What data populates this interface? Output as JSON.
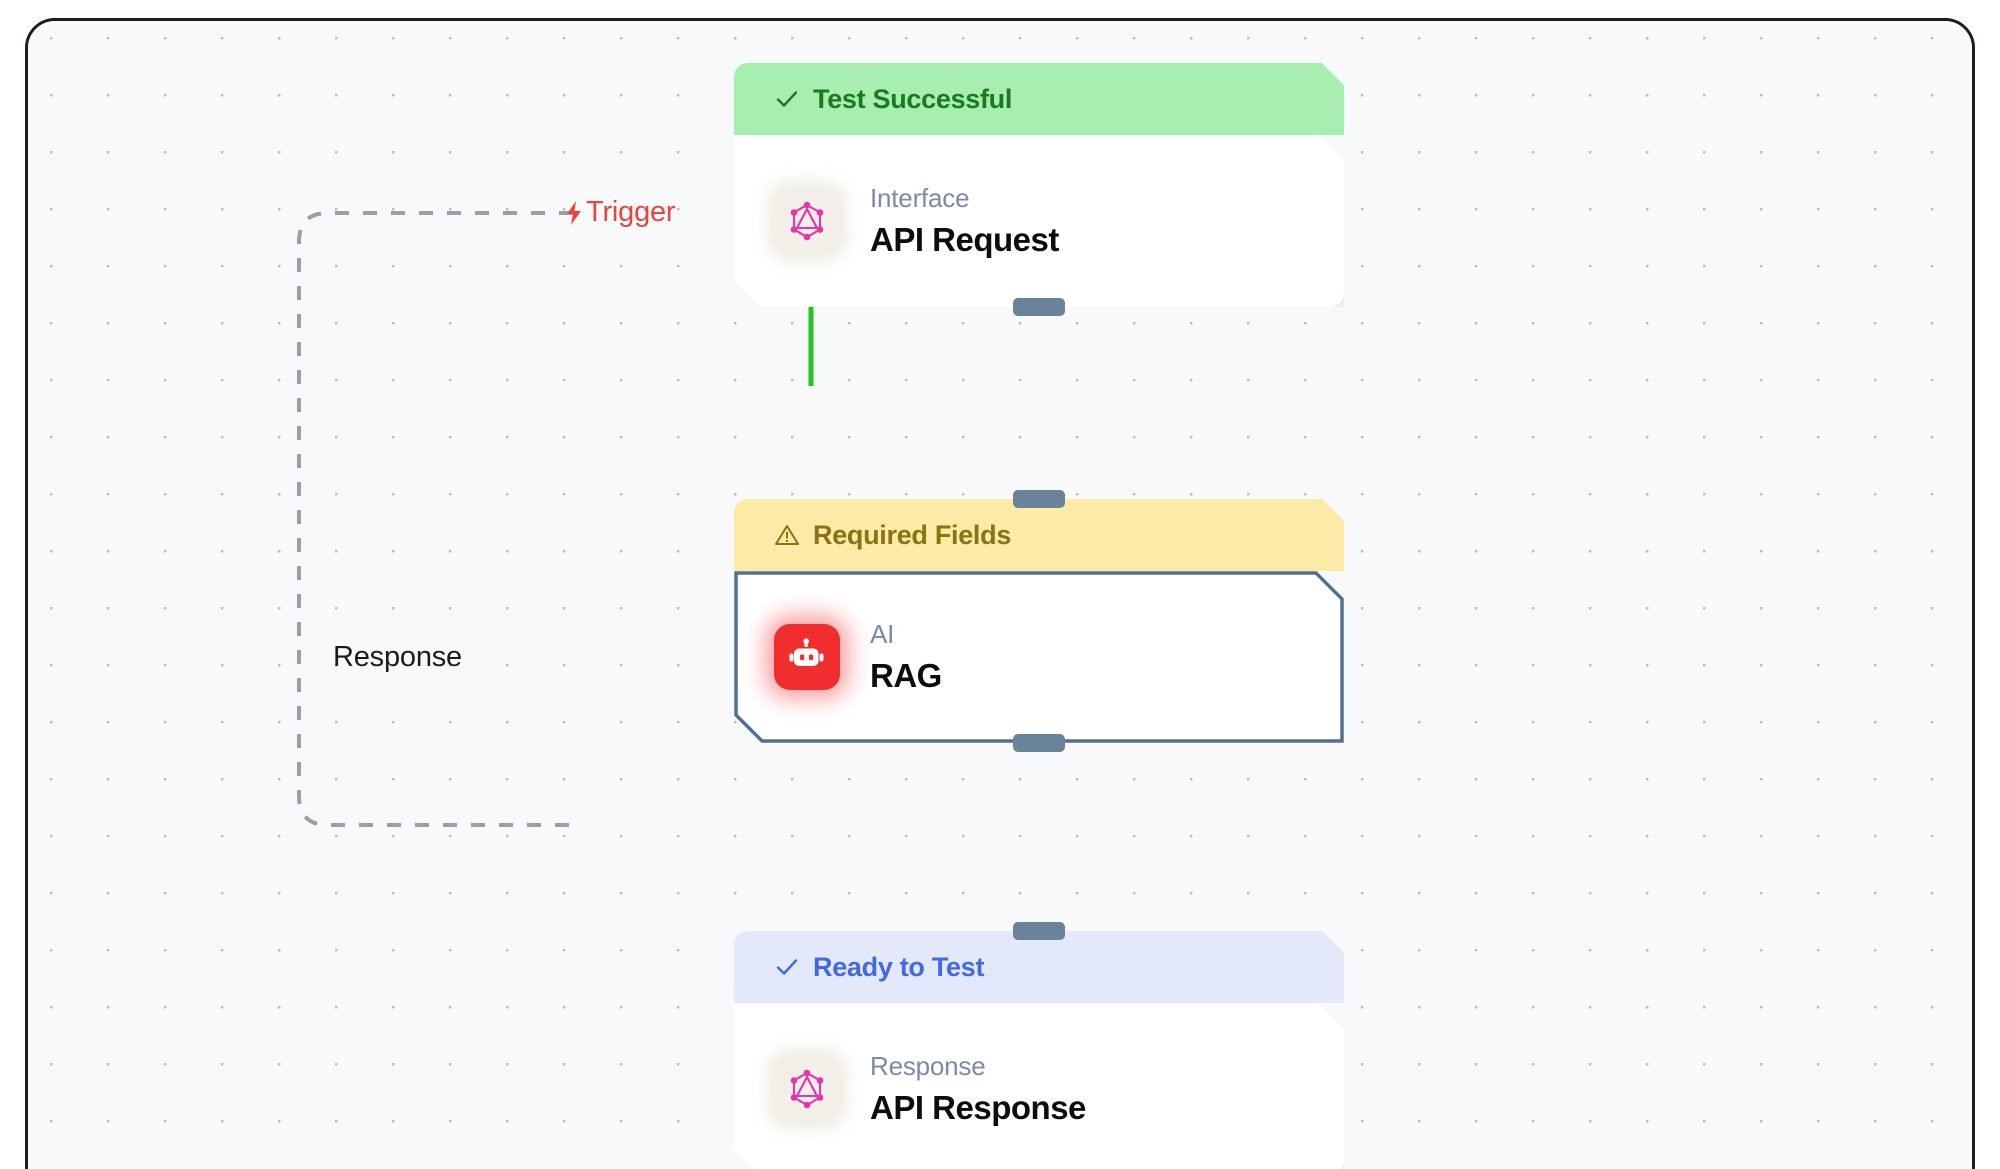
{
  "canvas": {
    "background_color": "#f8f9fb",
    "grid_dot_color": "#b9bcc6"
  },
  "edge_labels": {
    "trigger": {
      "text": "Trigger",
      "icon": "lightning-bolt-icon",
      "color": "#e8453c"
    },
    "response": {
      "text": "Response",
      "color": "#1b1c1e"
    }
  },
  "edges": [
    {
      "from": "API Request",
      "to": "RAG",
      "color": "#22c522",
      "style": "solid",
      "label": ""
    },
    {
      "from": "RAG",
      "to": "API Response",
      "color": "#7d93ab",
      "style": "solid",
      "label": ""
    },
    {
      "from": "API Response",
      "to": "API Request",
      "color": "#9a9ea6",
      "style": "dashed",
      "label": "Response"
    }
  ],
  "nodes": [
    {
      "id": "api-request",
      "banner": {
        "text": "Test Successful",
        "icon": "check-icon",
        "state": "success",
        "bg": "#a8eeb0",
        "fg": "#1a7a1f"
      },
      "kind": "Interface",
      "title": "API Request",
      "icon": "graphql-icon",
      "selected": false,
      "handles": {
        "top": false,
        "bottom": true
      }
    },
    {
      "id": "rag",
      "banner": {
        "text": "Required Fields",
        "icon": "warning-icon",
        "state": "warning",
        "bg": "#fbeba6",
        "fg": "#8a7310"
      },
      "kind": "AI",
      "title": "RAG",
      "icon": "robot-icon",
      "selected": true,
      "handles": {
        "top": true,
        "bottom": true
      }
    },
    {
      "id": "api-response",
      "banner": {
        "text": "Ready to Test",
        "icon": "check-icon",
        "state": "ready",
        "bg": "#e3e9fb",
        "fg": "#4169e1"
      },
      "kind": "Response",
      "title": "API Response",
      "icon": "graphql-icon",
      "selected": false,
      "handles": {
        "top": true,
        "bottom": false
      }
    }
  ]
}
